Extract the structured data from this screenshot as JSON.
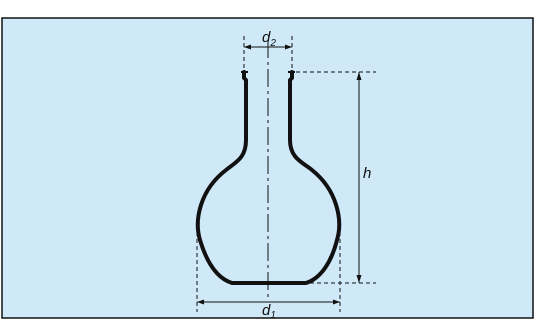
{
  "figure": {
    "background_color": "#cfe9f8",
    "line_color": "#111111",
    "border_color": "#111111",
    "labels": {
      "top_diameter": {
        "main": "d",
        "subscript": "2"
      },
      "bottom_diameter": {
        "main": "d",
        "subscript": "1"
      },
      "height": "h"
    }
  }
}
